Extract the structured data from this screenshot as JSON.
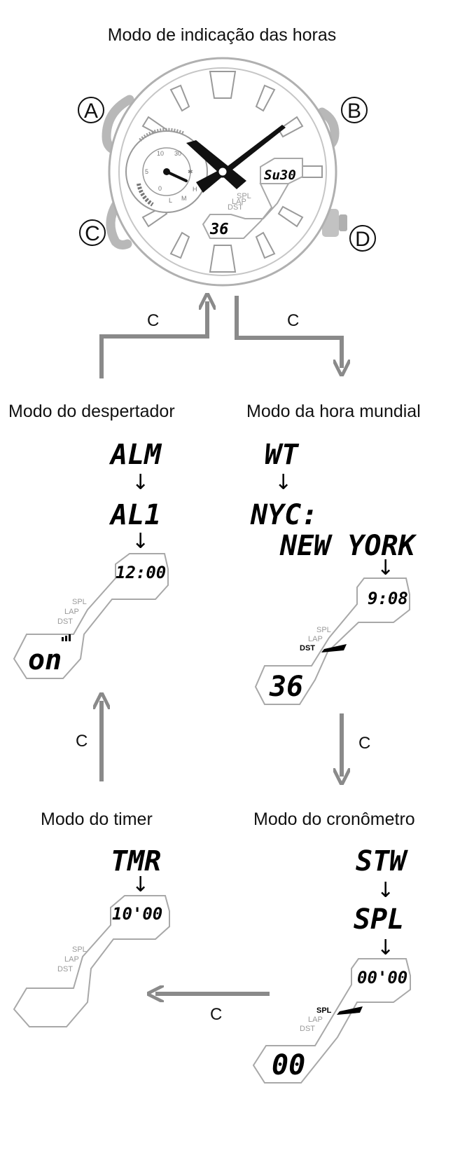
{
  "modes": {
    "timekeeping": {
      "title": "Modo de indicação das horas",
      "display_upper": "Su30",
      "display_lower": "36"
    },
    "alarm": {
      "title": "Modo do despertador",
      "code": "ALM",
      "sub": "AL1",
      "time": "12:00",
      "lower": "on"
    },
    "world_time": {
      "title": "Modo da hora mundial",
      "code": "WT",
      "city_code": "NYC:",
      "city_name": "NEW YORK",
      "time": "9:08",
      "lower": "36"
    },
    "timer": {
      "title": "Modo do timer",
      "code": "TMR",
      "time": "10'00"
    },
    "stopwatch": {
      "title": "Modo do cronômetro",
      "code": "STW",
      "sub": "SPL",
      "time": "00'00",
      "lower": "00"
    }
  },
  "indicators": {
    "spl": "SPL",
    "lap": "LAP",
    "dst": "DST"
  },
  "buttons": {
    "a": "A",
    "b": "B",
    "c": "C",
    "d": "D"
  },
  "connector_label": "C",
  "arrow_glyph": "↓",
  "dial_numbers": {
    "n10": "10",
    "n30": "30",
    "n5": "5",
    "n0": "0",
    "l": "L",
    "m": "M",
    "h": "H"
  },
  "colors": {
    "flow_arrow": "#8a8a8a",
    "outline": "#a8a8a8",
    "indicator_text": "#9a9a9a",
    "crown": "#b8b8b8"
  }
}
